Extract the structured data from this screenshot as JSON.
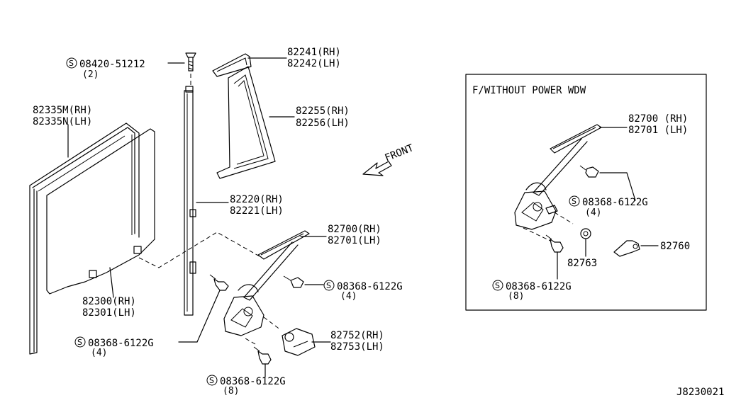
{
  "diagram_id": "J8230021",
  "front_label": "FRONT",
  "parts": {
    "screw_top": {
      "number": "08420-51212",
      "qty": "(2)",
      "symbol": "S"
    },
    "channel_rh": "82241(RH)",
    "channel_lh": "82242(LH)",
    "run_rh": "82335M(RH)",
    "run_lh": "82335N(LH)",
    "fixed_glass_rh": "82255(RH)",
    "fixed_glass_lh": "82256(LH)",
    "sash_rh": "82220(RH)",
    "sash_lh": "82221(LH)",
    "glass_rh": "82300(RH)",
    "glass_lh": "82301(LH)",
    "regulator_rh": "82700(RH)",
    "regulator_lh": "82701(LH)",
    "bolt_right": {
      "number": "08368-6122G",
      "qty": "(4)",
      "symbol": "S"
    },
    "bolt_left": {
      "number": "08368-6122G",
      "qty": "(4)",
      "symbol": "S"
    },
    "bolt_bottom": {
      "number": "08368-6122G",
      "qty": "(8)",
      "symbol": "S"
    },
    "motor_rh": "82752(RH)",
    "motor_lh": "82753(LH)"
  },
  "inset": {
    "title": "F/WITHOUT POWER WDW",
    "regulator_rh": "82700 (RH)",
    "regulator_lh": "82701 (LH)",
    "bolt_upper": {
      "number": "08368-6122G",
      "qty": "(4)",
      "symbol": "S"
    },
    "bolt_lower": {
      "number": "08368-6122G",
      "qty": "(8)",
      "symbol": "S"
    },
    "washer": "82763",
    "handle": "82760"
  }
}
